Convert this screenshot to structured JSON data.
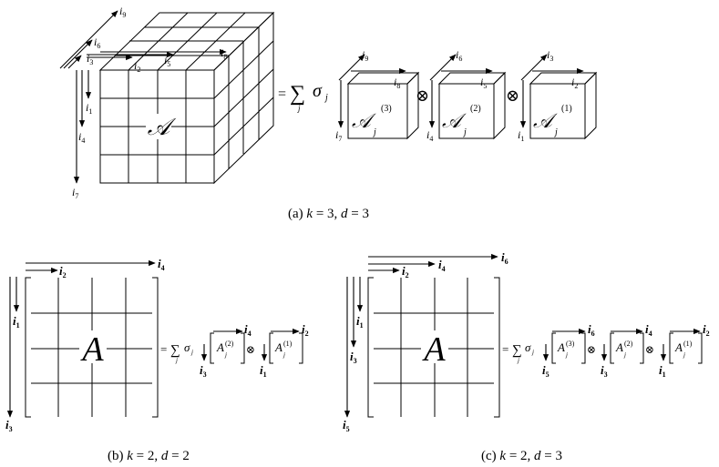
{
  "captions": {
    "a": {
      "label": "(a)",
      "k_var": "k",
      "k_val": " = 3, ",
      "d_var": "d",
      "d_val": " = 3"
    },
    "b": {
      "label": "(b)",
      "k_var": "k",
      "k_val": " = 2, ",
      "d_var": "d",
      "d_val": " = 2"
    },
    "c": {
      "label": "(c)",
      "k_var": "k",
      "k_val": " = 2, ",
      "d_var": "d",
      "d_val": " = 3"
    }
  },
  "symbols": {
    "tensor": "𝒜",
    "matrix": "A",
    "equals": "=",
    "sum": "∑",
    "sigma": "σ",
    "sum_index": "j",
    "kron": "⊗"
  },
  "panel_a": {
    "indices": [
      "i",
      "i",
      "i",
      "i",
      "i",
      "i",
      "i",
      "i",
      "i"
    ],
    "index_subs": [
      "1",
      "2",
      "3",
      "4",
      "5",
      "6",
      "7",
      "8",
      "9"
    ],
    "factors": [
      {
        "tensor": "𝒜",
        "sub": "j",
        "sup": "(3)",
        "idx_right": "i",
        "idx_right_sub": "8",
        "idx_top": "i",
        "idx_top_sub": "9",
        "idx_down": "i",
        "idx_down_sub": "7"
      },
      {
        "tensor": "𝒜",
        "sub": "j",
        "sup": "(2)",
        "idx_right": "i",
        "idx_right_sub": "5",
        "idx_top": "i",
        "idx_top_sub": "6",
        "idx_down": "i",
        "idx_down_sub": "4"
      },
      {
        "tensor": "𝒜",
        "sub": "j",
        "sup": "(1)",
        "idx_right": "i",
        "idx_right_sub": "2",
        "idx_top": "i",
        "idx_top_sub": "3",
        "idx_down": "i",
        "idx_down_sub": "1"
      }
    ]
  },
  "panel_b": {
    "left_indices": {
      "top_long": "i",
      "top_long_sub": "4",
      "top_short": "i",
      "top_short_sub": "2",
      "down_short": "i",
      "down_short_sub": "1",
      "down_long": "i",
      "down_long_sub": "3"
    },
    "factors": [
      {
        "matrix": "A",
        "sub": "j",
        "sup": "(2)",
        "idx_right": "i",
        "idx_right_sub": "4",
        "idx_down": "i",
        "idx_down_sub": "3"
      },
      {
        "matrix": "A",
        "sub": "j",
        "sup": "(1)",
        "idx_right": "i",
        "idx_right_sub": "2",
        "idx_down": "i",
        "idx_down_sub": "1"
      }
    ]
  },
  "panel_c": {
    "left_indices": {
      "top_long": "i",
      "top_long_sub": "6",
      "top_mid": "i",
      "top_mid_sub": "4",
      "top_short": "i",
      "top_short_sub": "2",
      "down_short": "i",
      "down_short_sub": "1",
      "down_mid": "i",
      "down_mid_sub": "3",
      "down_long": "i",
      "down_long_sub": "5"
    },
    "factors": [
      {
        "matrix": "A",
        "sub": "j",
        "sup": "(3)",
        "idx_right": "i",
        "idx_right_sub": "6",
        "idx_down": "i",
        "idx_down_sub": "5"
      },
      {
        "matrix": "A",
        "sub": "j",
        "sup": "(2)",
        "idx_right": "i",
        "idx_right_sub": "4",
        "idx_down": "i",
        "idx_down_sub": "3"
      },
      {
        "matrix": "A",
        "sub": "j",
        "sup": "(1)",
        "idx_right": "i",
        "idx_right_sub": "2",
        "idx_down": "i",
        "idx_down_sub": "1"
      }
    ]
  }
}
